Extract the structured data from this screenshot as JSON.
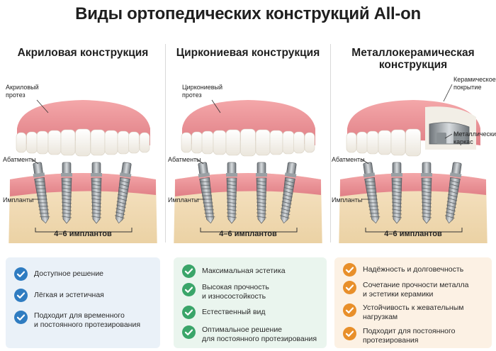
{
  "title": "Виды ортопедических конструкций All-on",
  "colors": {
    "blue": "#2f7cc1",
    "green": "#3aa569",
    "orange": "#e88f2a"
  },
  "columns": [
    {
      "title": "Акриловая конструкция",
      "label_top": "Акриловый\nпротез",
      "label_abutments": "Абатменты",
      "label_implants": "Импланты",
      "count": "4–6 имплантов",
      "items": [
        "Доступное решение",
        "Лёгкая и эстетичная",
        "Подходит для временного\nи постоянного протезирования"
      ]
    },
    {
      "title": "Циркониевая конструкция",
      "label_top": "Циркониевый\nпротез",
      "label_abutments": "Абатменты",
      "label_implants": "Импланты",
      "count": "4–6 имплантов",
      "items": [
        "Максимальная эстетика",
        "Высокая прочность\nи износостойкость",
        "Естественный вид",
        "Оптимальное решение\nдля постоянного протезирования"
      ]
    },
    {
      "title": "Металлокерамическая\nконструкция",
      "label_ceramic": "Керамическое\nпокрытие",
      "label_metal": "Металлический\nкаркас",
      "label_abutments": "Абатменты",
      "label_implants": "Импланты",
      "count": "4–6 имплантов",
      "items": [
        "Надёжность и долговечность",
        "Сочетание прочности металла\nи эстетики керамики",
        "Устойчивость к жевательным\nнагрузкам",
        "Подходит для постоянного\nпротезирования"
      ]
    }
  ]
}
